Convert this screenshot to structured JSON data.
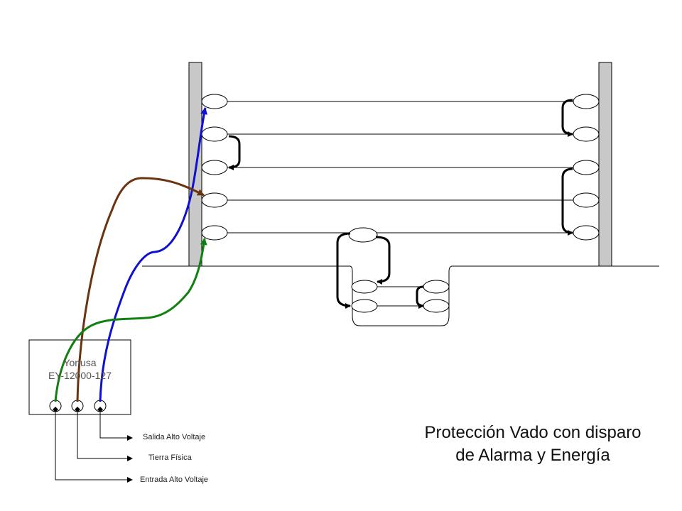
{
  "device": {
    "brand": "Yonusa",
    "model": "EY-12000-127"
  },
  "terminal_labels": {
    "output": "Salida Alto Voltaje",
    "ground": "Tierra  Física",
    "input": "Entrada Alto Voltaje"
  },
  "title": {
    "line1": "Protección Vado con disparo",
    "line2": "de Alarma y Energía"
  },
  "colors": {
    "output_wire": "#1010d0",
    "ground_wire": "#6b3410",
    "input_wire": "#108010",
    "post_fill": "#c8c8c8",
    "fence_wire": "#000000"
  }
}
